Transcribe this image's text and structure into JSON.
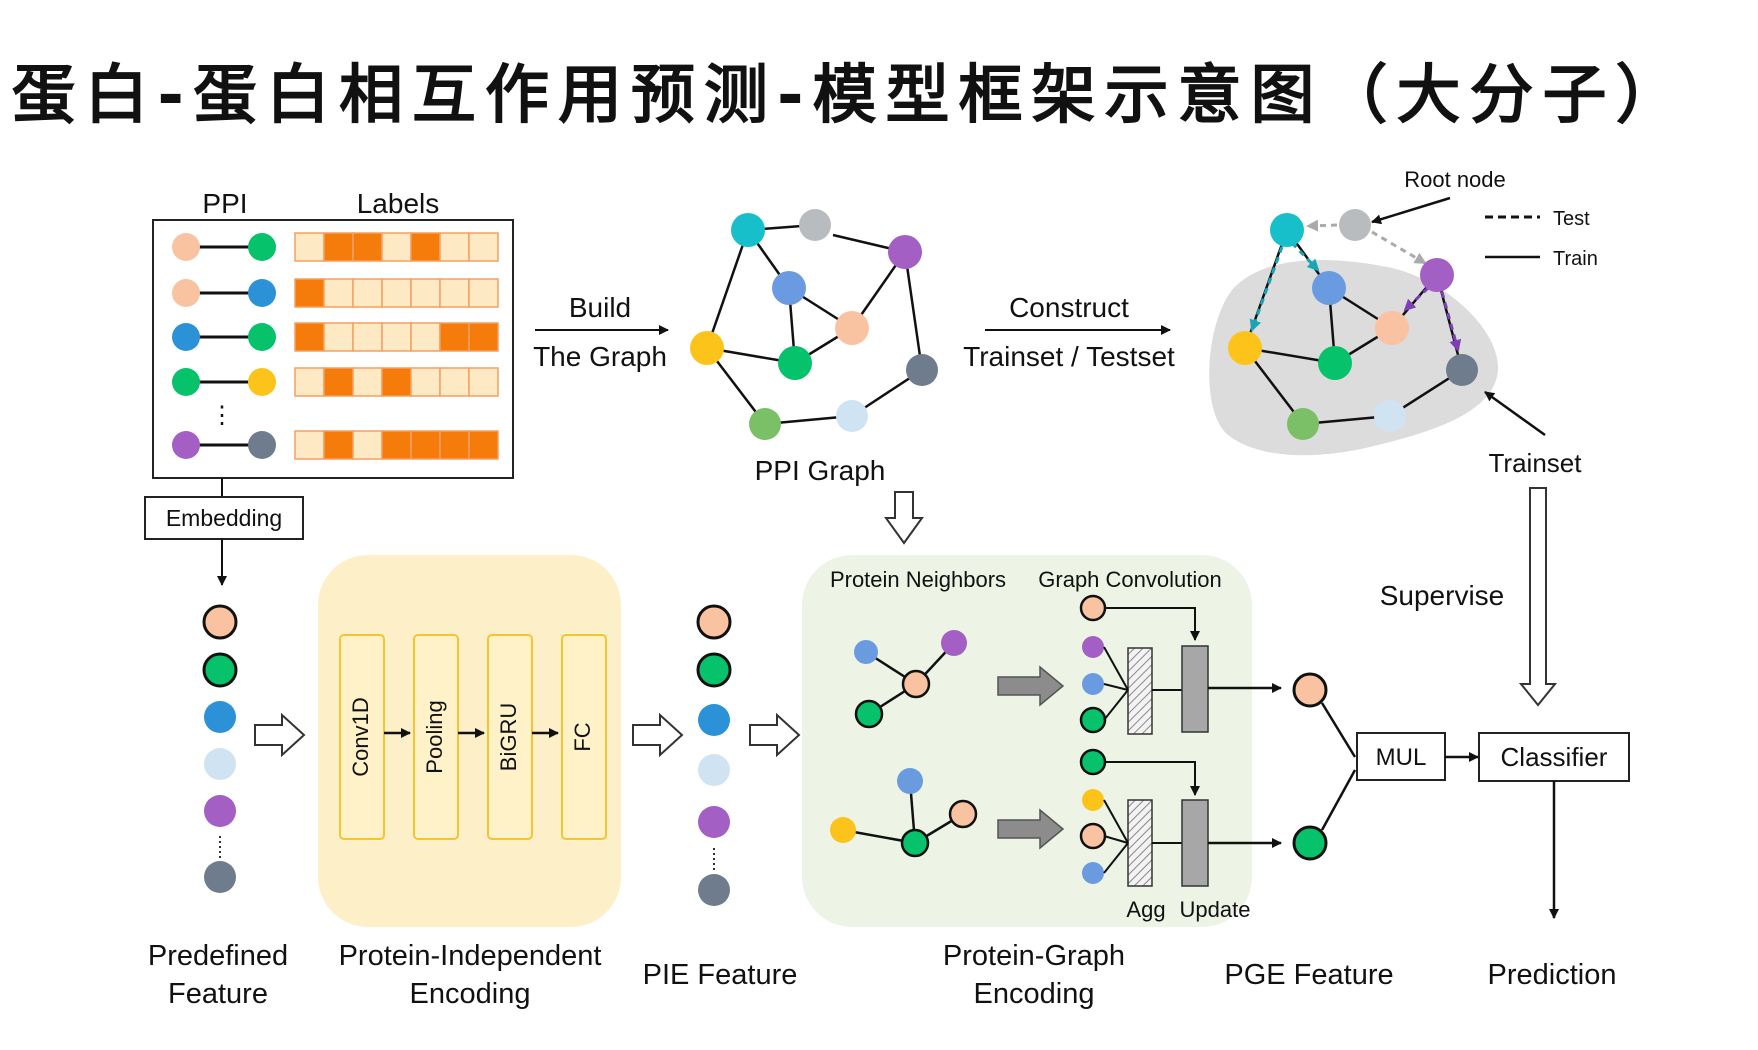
{
  "title": "蛋白-蛋白相互作用预测-模型框架示意图（大分子）",
  "colors": {
    "peach": "#f9c3a2",
    "green": "#06c26b",
    "blue": "#2c92d8",
    "lightblue": "#cfe3f3",
    "purple": "#a35fc4",
    "gray": "#6e7c8d",
    "yellow": "#fcc41a",
    "teal": "#16bfc9",
    "lightgray": "#b9bcbf",
    "midblue": "#6a9be0",
    "lightgreen": "#7bbf66",
    "label_orange": "#f57b0a",
    "label_cream": "#fde9c3",
    "encoder_bg": "#fdefc8",
    "encoder_box": "#fff2c9",
    "encoder_border": "#f4c431",
    "graph_bg": "#edf4e6",
    "construct_bg": "#dcdcdc",
    "test_blue": "#1aa5b5",
    "test_purple": "#7e3fb5"
  },
  "icons": [
    "arrow-right-icon",
    "hollow-arrow-right-icon",
    "hollow-arrow-down-icon",
    "dashed-arrow-icon"
  ],
  "ppi_table": {
    "col_ppi": "PPI",
    "col_labels": "Labels",
    "ellipsis": "⋮",
    "rows": [
      {
        "a": "peach",
        "b": "green",
        "labels": [
          0,
          1,
          1,
          0,
          1,
          0,
          0
        ]
      },
      {
        "a": "peach",
        "b": "blue",
        "labels": [
          1,
          0,
          0,
          0,
          0,
          0,
          0
        ]
      },
      {
        "a": "blue",
        "b": "green",
        "labels": [
          1,
          0,
          0,
          0,
          0,
          1,
          1
        ]
      },
      {
        "a": "green",
        "b": "yellow",
        "labels": [
          0,
          1,
          0,
          1,
          0,
          0,
          0
        ]
      },
      {
        "a": "purple",
        "b": "gray",
        "labels": [
          0,
          1,
          0,
          1,
          1,
          1,
          1
        ]
      }
    ]
  },
  "embedding_label": "Embedding",
  "build_label_1": "Build",
  "build_label_2": "The Graph",
  "ppi_graph_label": "PPI  Graph",
  "construct_label_1": "Construct",
  "construct_label_2": "Trainset  / Testset",
  "legend": {
    "root_node": "Root node",
    "test": "Test",
    "train": "Train"
  },
  "trainset_label": "Trainset",
  "supervise_label": "Supervise",
  "encoder_blocks": [
    "Conv1D",
    "Pooling",
    "BiGRU",
    "FC"
  ],
  "graph_encoding": {
    "neighbors_label": "Protein Neighbors",
    "conv_label": "Graph Convolution",
    "agg_label": "Agg",
    "update_label": "Update"
  },
  "mul_label": "MUL",
  "classifier_label": "Classifier",
  "bottom_labels": {
    "predefined_1": "Predefined",
    "predefined_2": "Feature",
    "pie_enc_1": "Protein-Independent",
    "pie_enc_2": "Encoding",
    "pie_feature": "PIE Feature",
    "pge_enc_1": "Protein-Graph",
    "pge_enc_2": "Encoding",
    "pge_feature": "PGE Feature",
    "prediction": "Prediction"
  }
}
